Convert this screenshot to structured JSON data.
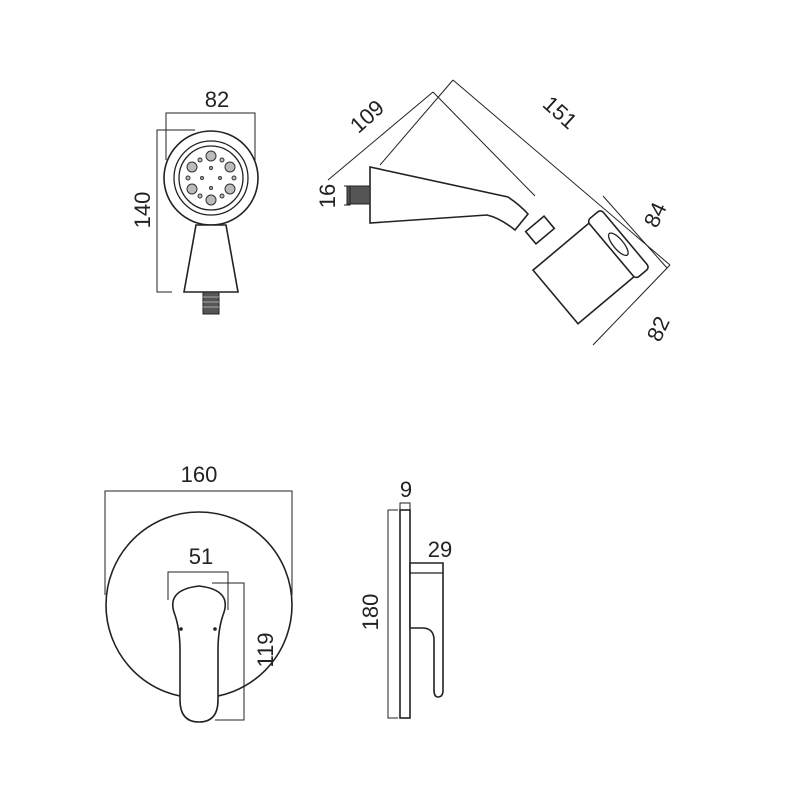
{
  "drawing": {
    "shower_head_front": {
      "width": "82",
      "height": "140"
    },
    "shower_head_side": {
      "arm_length": "109",
      "overall_length": "151",
      "inlet": "16",
      "head_depth": "84",
      "head_width": "82"
    },
    "valve_front": {
      "plate_diameter": "160",
      "handle_width": "51",
      "handle_height": "119"
    },
    "valve_side": {
      "plate_thickness": "9",
      "handle_depth": "29",
      "plate_height": "180"
    }
  }
}
